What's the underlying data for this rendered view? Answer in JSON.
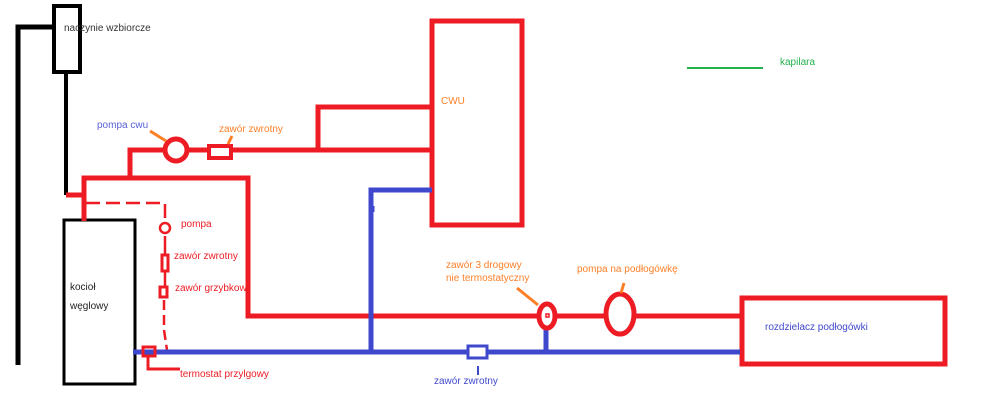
{
  "colors": {
    "hot": "#ed1c24",
    "cold": "#3f48cc",
    "frame": "#000000",
    "annotation": "#ff7f27",
    "capillary": "#22b14c"
  },
  "labels": {
    "expansion_vessel": "naczynie wzbiorcze",
    "cwu_pump": "pompa cwu",
    "cwu_check_valve": "zawór zwrotny",
    "cwu": "CWU",
    "capillary": "kapilara",
    "pump": "pompa",
    "check_valve": "zawór zwrotny",
    "mushroom_valve": "zawór grzybkow",
    "boiler_line1": "kocioł",
    "boiler_line2": "węglowy",
    "clamp_thermostat": "termostat przylgowy",
    "three_way_line1": "zawór 3 drogowy",
    "three_way_line2": "nie termostatyczny",
    "floor_pump": "pompa na podłogówkę",
    "manifold": "rozdzielacz podłogówki",
    "return_check_valve": "zawór zwrotny"
  }
}
